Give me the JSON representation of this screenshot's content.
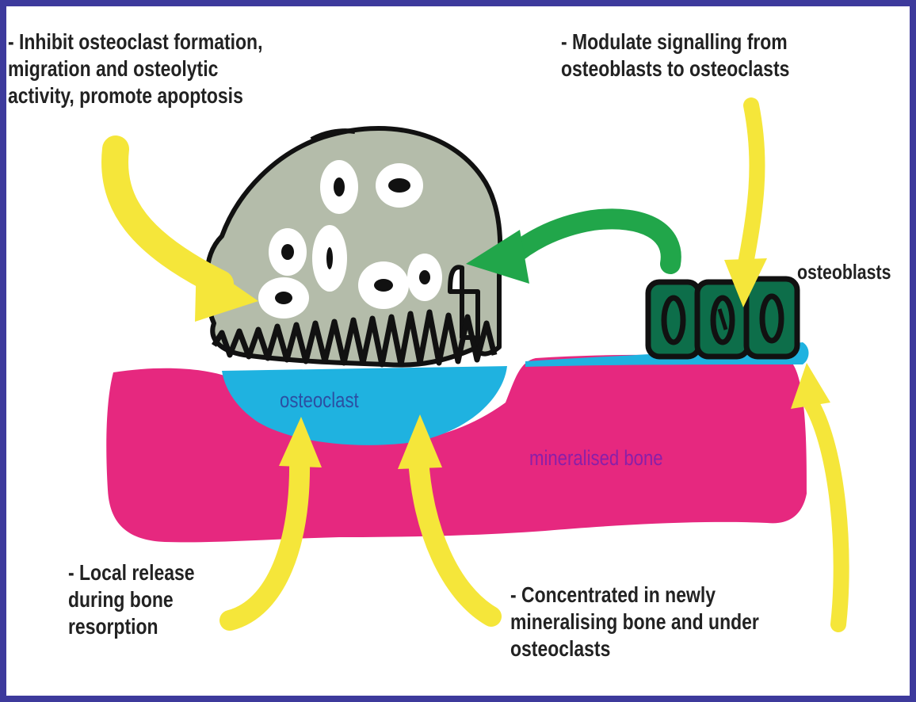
{
  "labels": {
    "top_left": [
      "- Inhibit osteoclast formation,",
      "migration and osteolytic",
      "activity, promote apoptosis"
    ],
    "top_right": [
      "- Modulate signalling from",
      "osteoblasts to osteoclasts"
    ],
    "osteoblasts": "osteoblasts",
    "osteoclast": "osteoclast",
    "bone": "mineralised bone",
    "bottom_left": [
      "- Local release",
      "during bone",
      "resorption"
    ],
    "bottom_right": [
      "- Concentrated in newly",
      "mineralising bone and under",
      "osteoclasts"
    ]
  },
  "colors": {
    "frame": "#3d3a9c",
    "bone": "#e6287f",
    "resorption_pit": "#1fb2e0",
    "osteoclast_body": "#b4bcaa",
    "osteoclast_outline": "#111111",
    "osteoblast_fill": "#0d6e4a",
    "yellow_arrow": "#f5e63a",
    "green_arrow": "#21a64a",
    "bone_label": "#8a1fa8",
    "osteoclast_label": "#2b4fa3"
  },
  "icons": {
    "osteoclast": "multinucleated-cell-shape",
    "osteoblasts": "cell-row-shape",
    "arrows": "curved-arrow-shapes"
  }
}
